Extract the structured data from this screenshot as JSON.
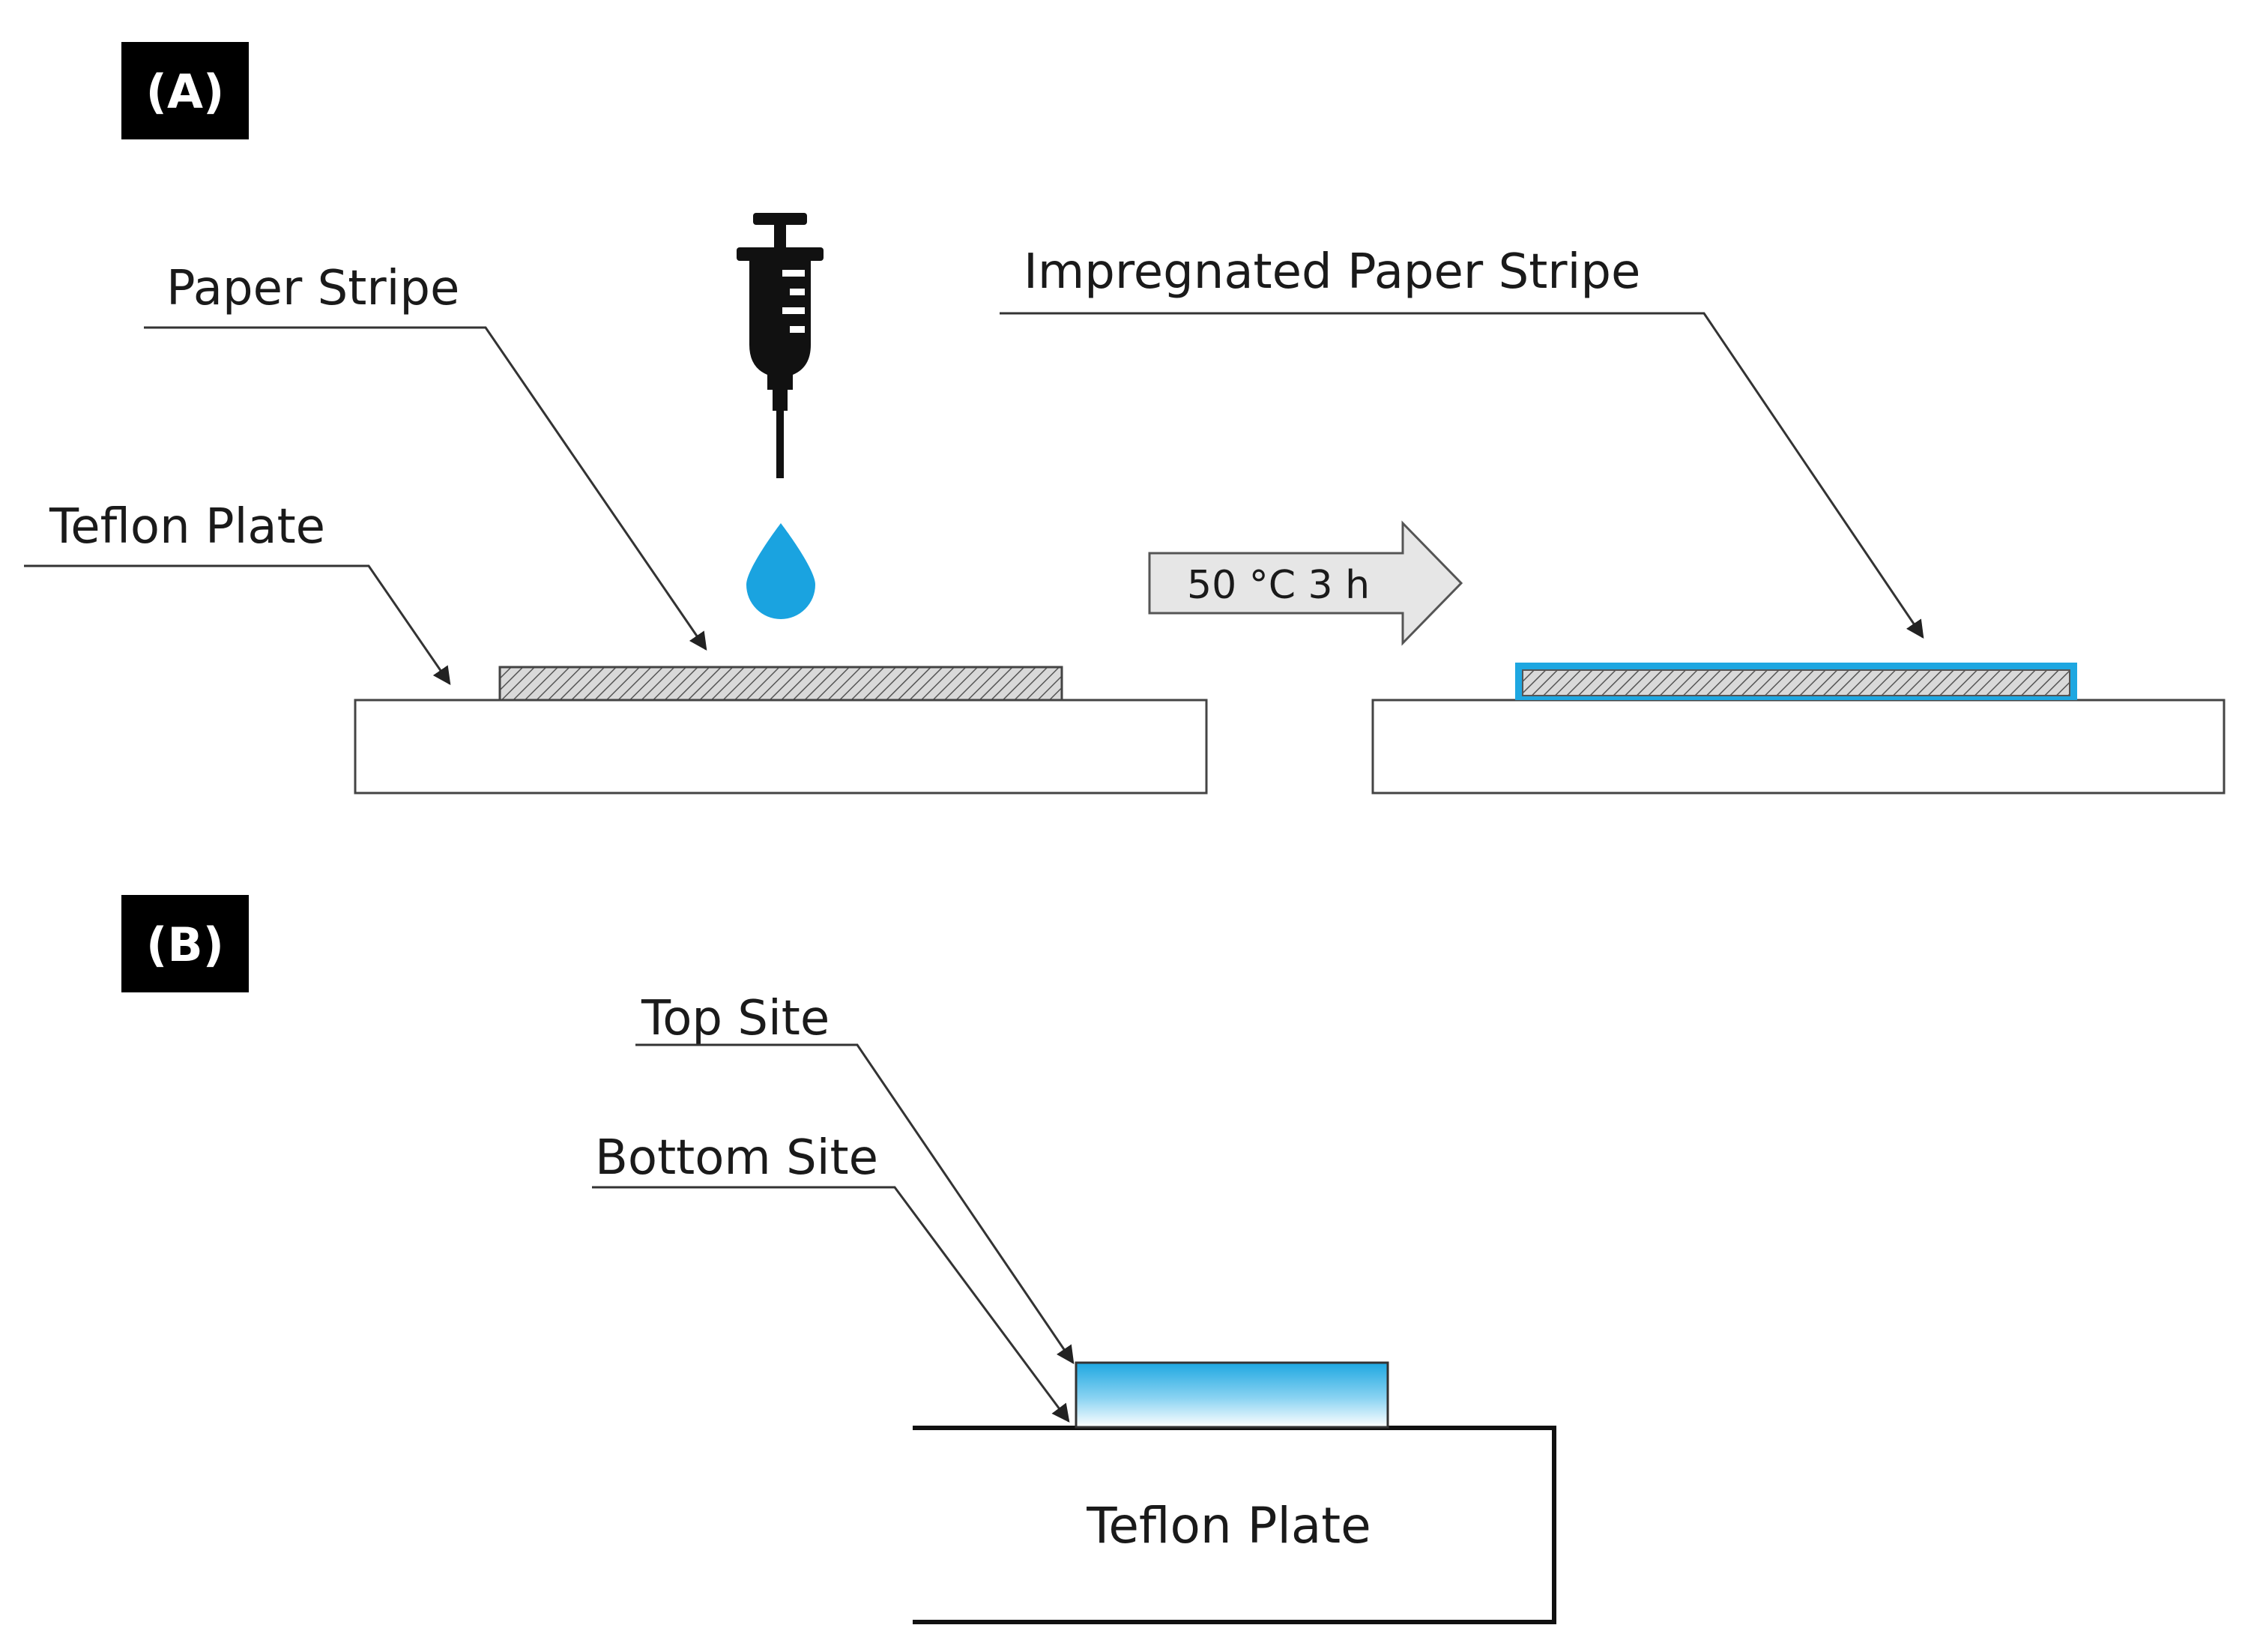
{
  "panel_a": {
    "badge": "(A)",
    "labels": {
      "paper_stripe": "Paper Stripe",
      "teflon_plate": "Teflon Plate",
      "impregnated": "Impregnated Paper Stripe"
    },
    "arrow_text": "50 °C 3 h"
  },
  "panel_b": {
    "badge": "(B)",
    "labels": {
      "top_site": "Top Site",
      "bottom_site": "Bottom Site",
      "teflon_plate": "Teflon Plate"
    }
  },
  "colors": {
    "accent_blue": "#1ea7e1",
    "drop_blue": "#1aa3e0",
    "hatch_fill": "#c8c8c8",
    "arrow_fill": "#e6e6e6"
  },
  "icons": [
    "syringe-icon",
    "droplet-icon"
  ]
}
